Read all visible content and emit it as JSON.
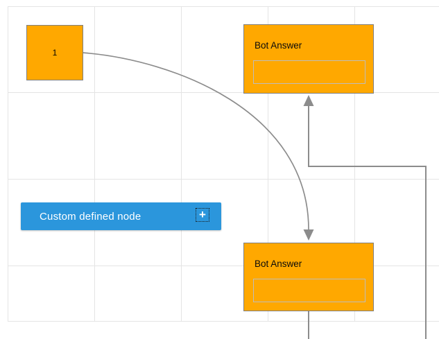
{
  "colors": {
    "node_fill_orange": "#FFA800",
    "node_border": "#7F7F7F",
    "inner_box_border": "#BDBDBD",
    "custom_node_blue": "#2B96DC",
    "connector": "#8C8C8C",
    "grid_line": "#E4E4E4",
    "canvas_background": "#FFFFFF",
    "label_dark": "#000000",
    "label_light": "#FFFFFF"
  },
  "nodes": {
    "start": {
      "label": "1"
    },
    "bot_answer_top": {
      "title": "Bot Answer",
      "input_value": "",
      "input_placeholder": ""
    },
    "bot_answer_bottom": {
      "title": "Bot Answer",
      "input_value": "",
      "input_placeholder": ""
    },
    "custom": {
      "label": "Custom defined node"
    }
  },
  "icons": {
    "plus_glyph": "+"
  }
}
